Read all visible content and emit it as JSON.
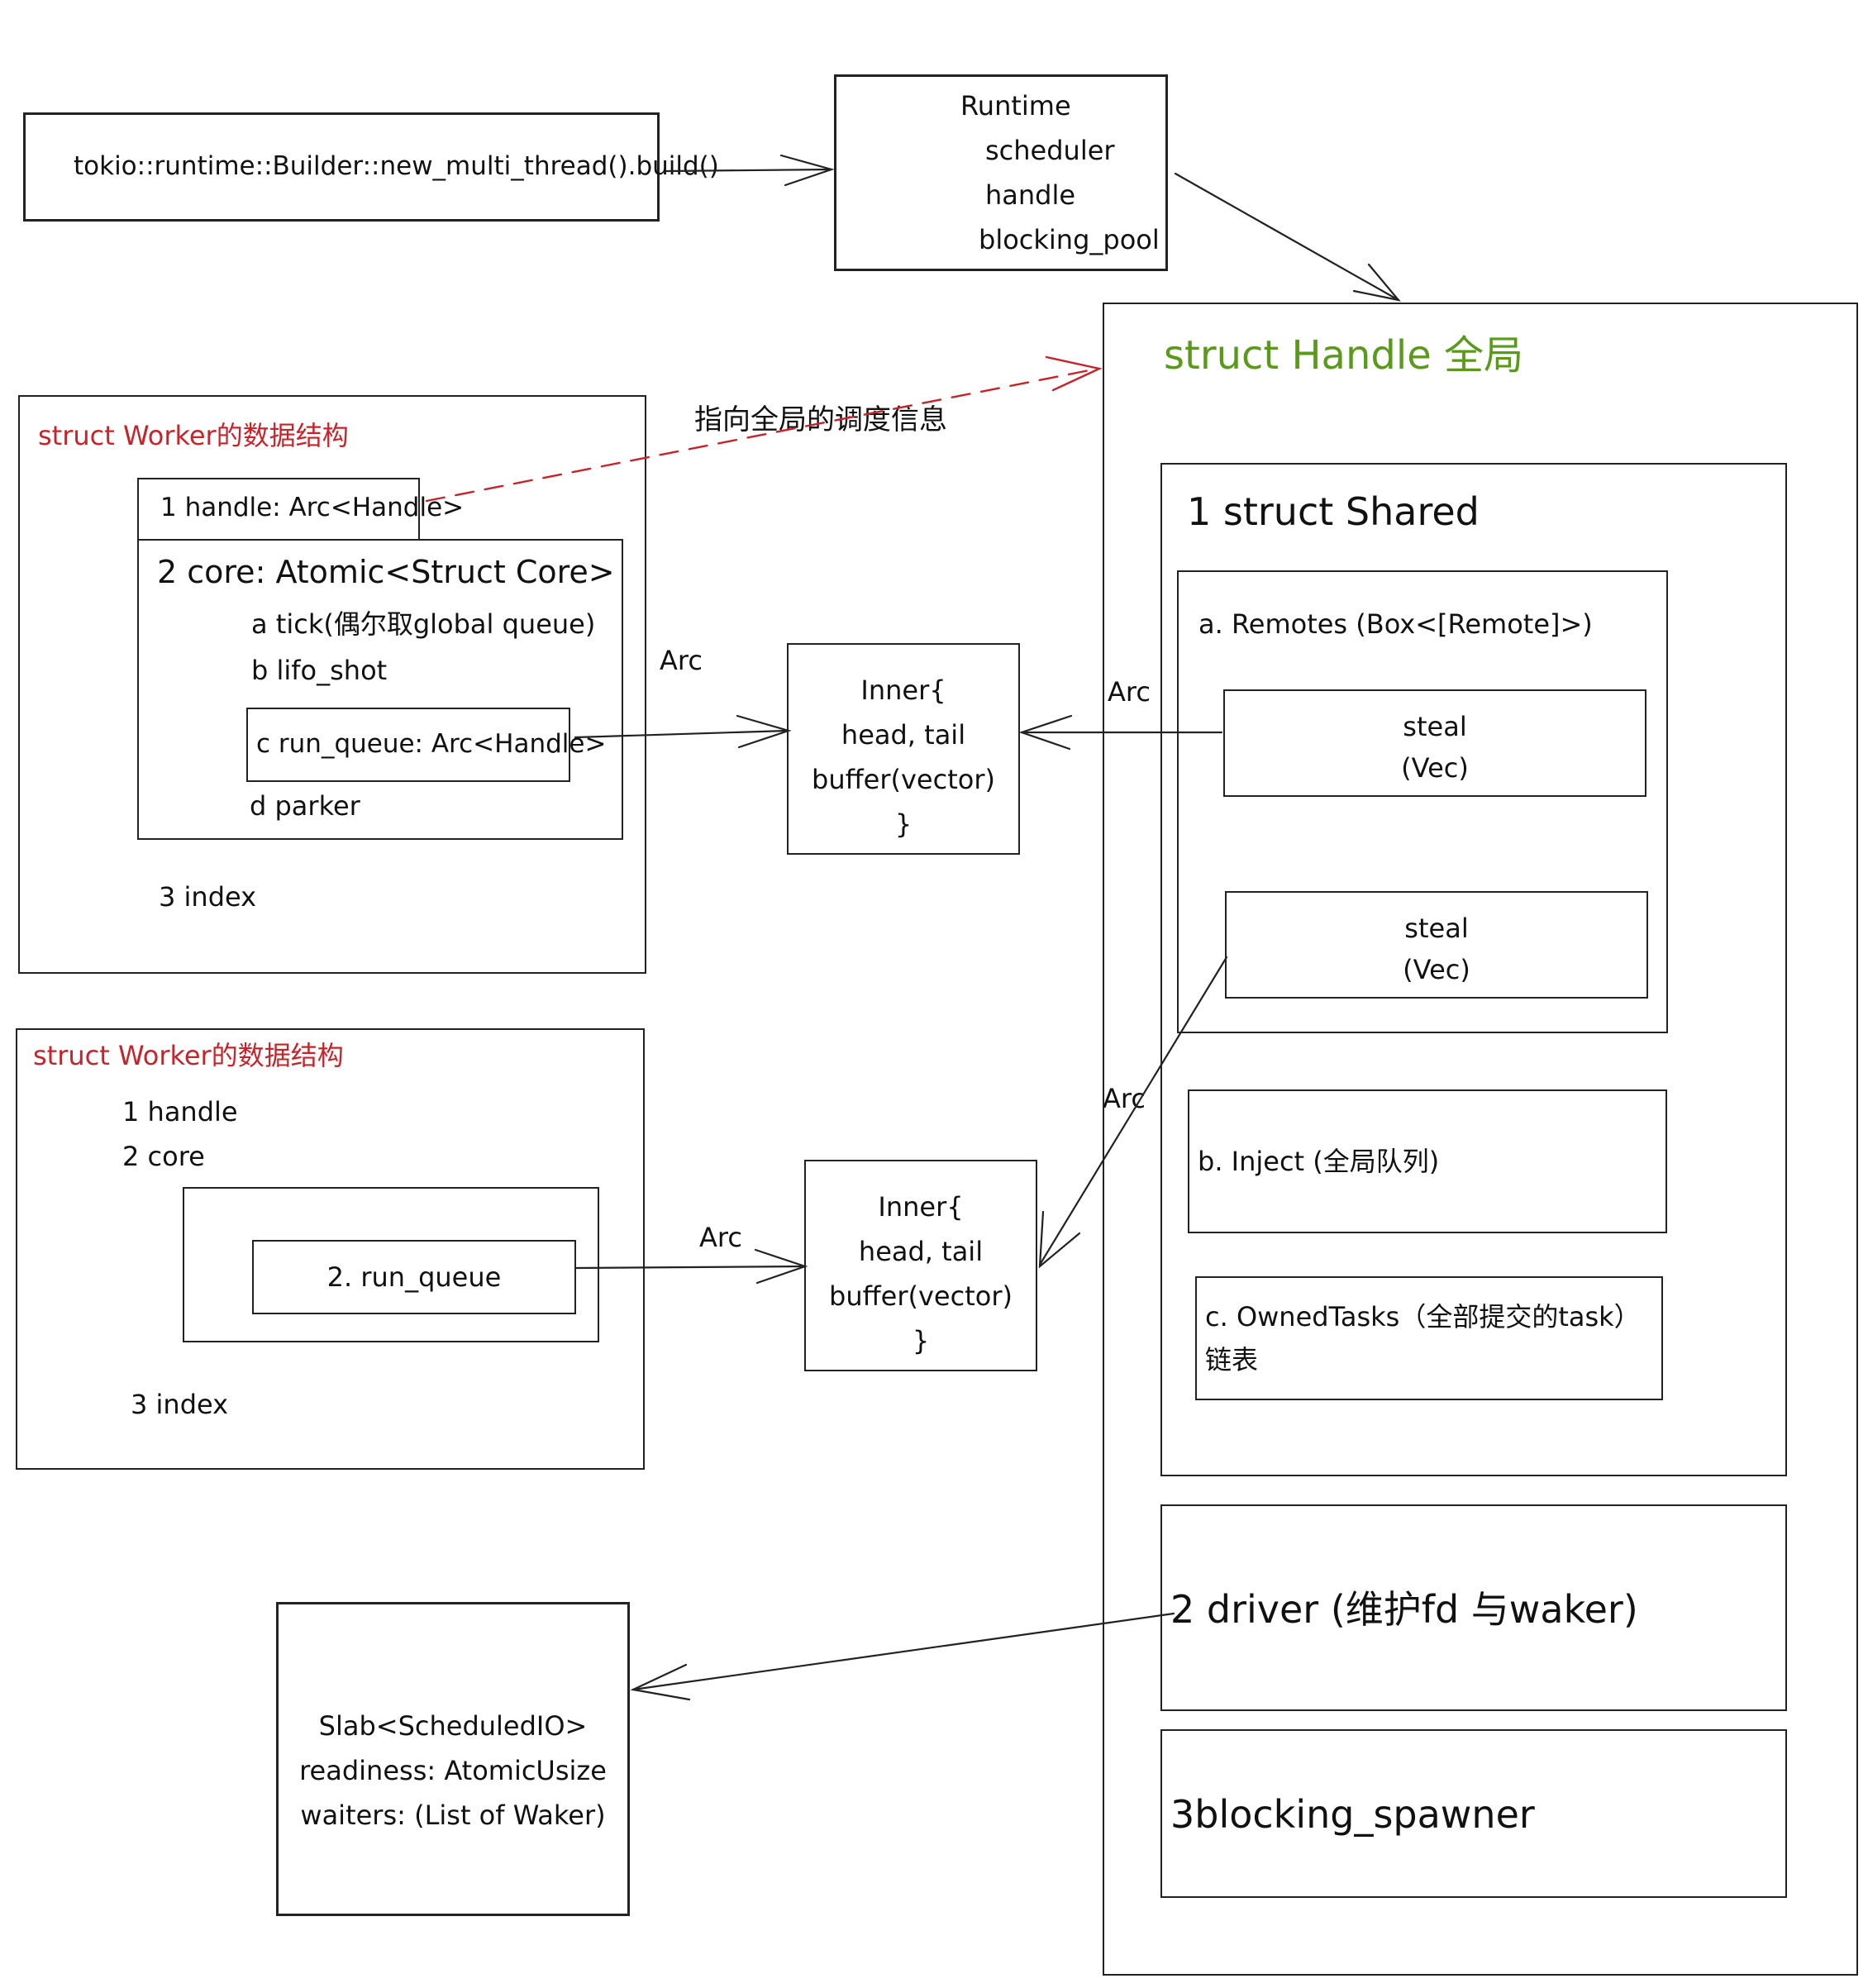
{
  "builder": {
    "call": "tokio::runtime::Builder::new_multi_thread().build()"
  },
  "runtime": {
    "title": "Runtime",
    "fields": [
      "scheduler",
      "handle",
      "blocking_pool"
    ]
  },
  "pointer_note": "指向全局的调度信息",
  "worker1": {
    "title": "struct Worker的数据结构",
    "handle": "1 handle: Arc<Handle>",
    "core": "2 core: Atomic<Struct Core>",
    "tick": "a tick(偶尔取global queue)",
    "lifo": "b lifo_shot",
    "run_queue": "c run_queue: Arc<Handle>",
    "parker": "d parker",
    "index": "3 index"
  },
  "worker2": {
    "title": "struct Worker的数据结构",
    "handle": "1 handle",
    "core": "2 core",
    "run_queue": "2. run_queue",
    "index": "3 index"
  },
  "inner": {
    "lines": [
      "Inner{",
      "head, tail",
      "buffer(vector)",
      "}"
    ]
  },
  "arc_label": "Arc",
  "handle_struct": {
    "title": "struct Handle 全局",
    "shared": {
      "title": "1 struct Shared",
      "remotes": "a. Remotes (Box<[Remote]>)",
      "steal": [
        "steal",
        "(Vec)"
      ],
      "inject": "b. Inject (全局队列)",
      "owned_tasks": [
        "c. OwnedTasks（全部提交的task）",
        "链表"
      ]
    },
    "driver": "2 driver (维护fd 与waker)",
    "blocking_spawner": "3blocking_spawner"
  },
  "slab": {
    "lines": [
      "Slab<ScheduledIO>",
      "readiness: AtomicUsize",
      "waiters: (List of Waker)"
    ]
  },
  "colors": {
    "worker_title": "#c4252a",
    "handle_title": "#5a9a1a",
    "dashed_arrow": "#c4252a"
  }
}
